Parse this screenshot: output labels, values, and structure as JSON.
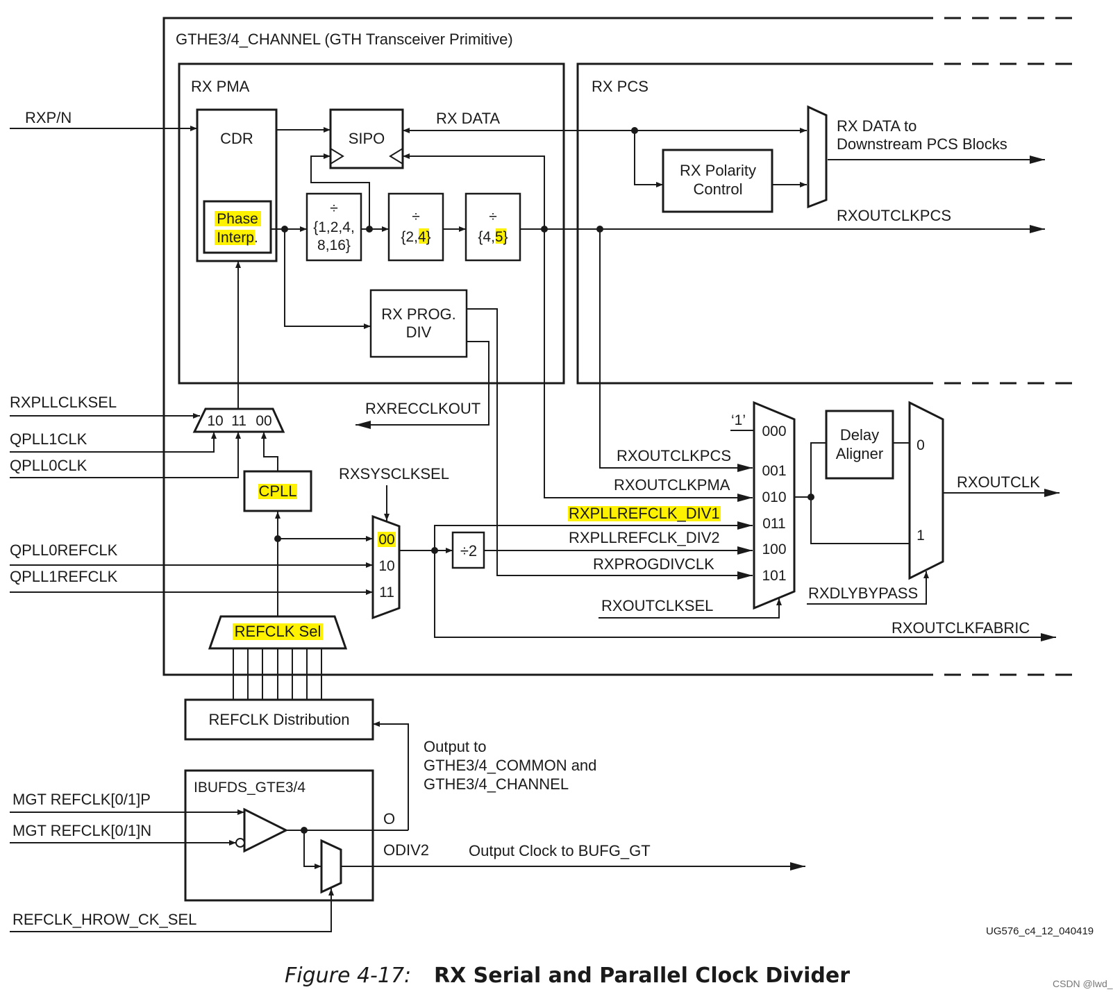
{
  "primitive_title": "GTHE3/4_CHANNEL (GTH Transceiver Primitive)",
  "rx_pma": "RX PMA",
  "rx_pcs": "RX PCS",
  "cdr": "CDR",
  "phase_interp": [
    "Phase",
    "Interp."
  ],
  "sipo": "SIPO",
  "div1": [
    "÷",
    "{1,2,4,",
    "8,16}"
  ],
  "div2": [
    "÷",
    "{2,",
    "4",
    "}"
  ],
  "div3": [
    "÷",
    "{4,",
    "5",
    "}"
  ],
  "rx_prog_div": [
    "RX PROG.",
    "DIV"
  ],
  "rx_data": "RX DATA",
  "rx_polarity": [
    "RX Polarity",
    "Control"
  ],
  "rx_data_downstream": [
    "RX DATA to",
    "Downstream PCS Blocks"
  ],
  "rxoutclkpcs_top": "RXOUTCLKPCS",
  "inputs": {
    "rxpn": "RXP/N",
    "rxpllclksel": "RXPLLCLKSEL",
    "qpll1clk": "QPLL1CLK",
    "qpll0clk": "QPLL0CLK",
    "qpll0refclk": "QPLL0REFCLK",
    "qpll1refclk": "QPLL1REFCLK"
  },
  "pll_mux": [
    "10",
    "11",
    "00"
  ],
  "cpll": "CPLL",
  "rxrecclkout": "RXRECCLKOUT",
  "rxsysclksel": "RXSYSCLKSEL",
  "sys_mux": [
    "00",
    "10",
    "11"
  ],
  "div_by2": "÷2",
  "refclk_sel": "REFCLK Sel",
  "refclk_dist": "REFCLK Distribution",
  "out_mux": {
    "const_one": "‘1’",
    "codes": [
      "000",
      "001",
      "010",
      "011",
      "100",
      "101"
    ],
    "signals": [
      "RXOUTCLKPCS",
      "RXOUTCLKPMA",
      "RXPLLREFCLK_DIV1",
      "RXPLLREFCLK_DIV2",
      "RXPROGDIVCLK"
    ],
    "select": "RXOUTCLKSEL"
  },
  "delay_aligner": [
    "Delay",
    "Aligner"
  ],
  "dly_mux": [
    "0",
    "1"
  ],
  "rxdlybypass": "RXDLYBYPASS",
  "rxoutclk": "RXOUTCLK",
  "rxoutclkfabric": "RXOUTCLKFABRIC",
  "ibufds": {
    "title": "IBUFDS_GTE3/4",
    "refclk_p": "MGT REFCLK[0/1]P",
    "refclk_n": "MGT REFCLK[0/1]N",
    "o": "O",
    "odiv2": "ODIV2",
    "hrow_sel": "REFCLK_HROW_CK_SEL",
    "output_to": [
      "Output to",
      "GTHE3/4_COMMON and",
      "GTHE3/4_CHANNEL"
    ],
    "bufg": "Output Clock to BUFG_GT"
  },
  "figure_id": "UG576_c4_12_040419",
  "caption_num": "Figure 4-17:",
  "caption_title": "RX Serial and Parallel Clock Divider",
  "watermark": "CSDN @lwd_up",
  "colors": {
    "highlight": "#fff200",
    "line": "#1a1a1a"
  }
}
